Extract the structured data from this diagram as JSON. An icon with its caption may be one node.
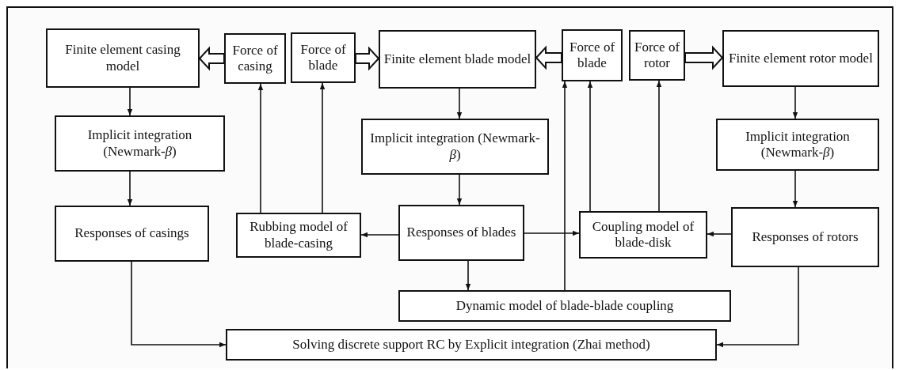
{
  "diagram": {
    "nodes": [
      {
        "text": [
          "Finite element casing model"
        ]
      },
      {
        "text": [
          "Force of casing"
        ]
      },
      {
        "text": [
          "Force of blade"
        ]
      },
      {
        "text": [
          "Finite element blade model"
        ]
      },
      {
        "text": [
          "Force of blade"
        ]
      },
      {
        "text": [
          "Force of rotor"
        ]
      },
      {
        "text": [
          "Finite element rotor model"
        ]
      },
      {
        "text": [
          "Implicit integration (Newmark-*β*)"
        ]
      },
      {
        "text": [
          "Implicit integration (Newmark-*β*)"
        ]
      },
      {
        "text": [
          "Implicit integration (Newmark-*β*)"
        ]
      },
      {
        "text": [
          "Responses of casings"
        ]
      },
      {
        "text": [
          "Rubbing model of blade-casing"
        ]
      },
      {
        "text": [
          "Responses of blades"
        ]
      },
      {
        "text": [
          "Coupling model of blade-disk"
        ]
      },
      {
        "text": [
          "Responses of rotors"
        ]
      },
      {
        "text": [
          "Dynamic model of blade-blade coupling"
        ]
      },
      {
        "text": [
          "Solving discrete support RC by Explicit integration (Zhai method)"
        ]
      }
    ],
    "edges": [
      {
        "from": 1,
        "to": 0,
        "arrow": "to",
        "style": "thick"
      },
      {
        "from": 2,
        "to": 3,
        "arrow": "to",
        "style": "thick"
      },
      {
        "from": 4,
        "to": 3,
        "arrow": "to",
        "style": "thick"
      },
      {
        "from": 5,
        "to": 6,
        "arrow": "to",
        "style": "thick"
      },
      {
        "from": 0,
        "to": 7,
        "arrow": "to"
      },
      {
        "from": 3,
        "to": 8,
        "arrow": "to"
      },
      {
        "from": 6,
        "to": 9,
        "arrow": "to"
      },
      {
        "from": 7,
        "to": 10,
        "arrow": "to"
      },
      {
        "from": 8,
        "to": 12,
        "arrow": "to"
      },
      {
        "from": 9,
        "to": 14,
        "arrow": "to"
      },
      {
        "from": 11,
        "to": 1,
        "arrow": "to"
      },
      {
        "from": 11,
        "to": 2,
        "arrow": "to"
      },
      {
        "from": 12,
        "to": 11,
        "arrow": "to"
      },
      {
        "from": 12,
        "to": 13,
        "arrow": "to"
      },
      {
        "from": 14,
        "to": 13,
        "arrow": "to"
      },
      {
        "from": 12,
        "to": 15,
        "arrow": "to"
      },
      {
        "from": 15,
        "to": 4,
        "arrow": "to"
      },
      {
        "from": 13,
        "to": 4,
        "arrow": "to"
      },
      {
        "from": 13,
        "to": 5,
        "arrow": "to"
      },
      {
        "from": 10,
        "to": 16,
        "arrow": "to"
      },
      {
        "from": 14,
        "to": 16,
        "arrow": "to"
      }
    ]
  }
}
